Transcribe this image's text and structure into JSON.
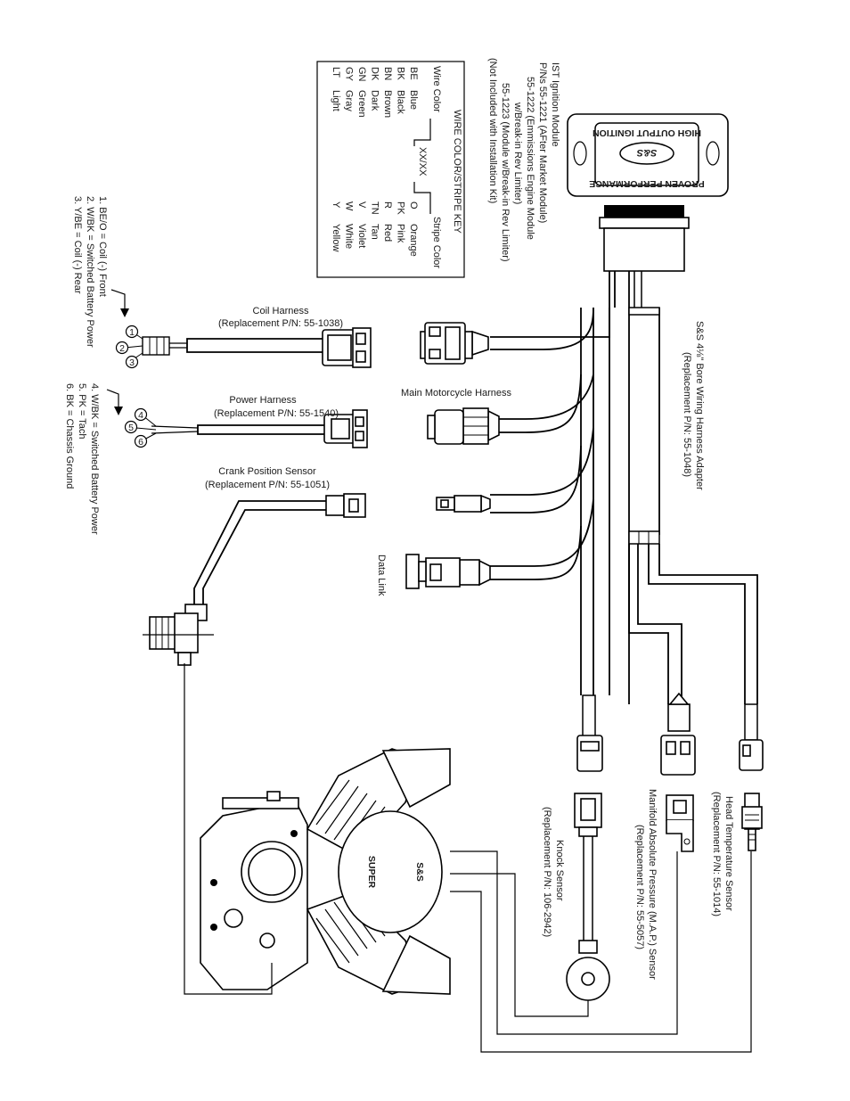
{
  "module": {
    "logo_top": "HIGH OUTPUT IGNITION",
    "logo_mid": "S&S",
    "logo_bottom": "PROVEN PERFORMANCE",
    "info_lines": [
      "IST Ignition Module",
      "P/Ns 55-1221 (AFter Market Module)",
      "55-1222 (Emmissions Engine Module",
      "w/Break-in Rev Limiter)",
      "55-1223 (Module w/Break-in Rev Limiter)",
      "(Not Included with Installation Kit)"
    ]
  },
  "color_key": {
    "title": "WIRE COLOR/STRIPE KEY",
    "wire_color_label": "Wire Color",
    "format": "XX/XX",
    "stripe_color_label": "Stripe Color",
    "rows": [
      {
        "code": "BE",
        "name": "Blue",
        "code2": "O",
        "name2": "Orange"
      },
      {
        "code": "BK",
        "name": "Black",
        "code2": "PK",
        "name2": "Pink"
      },
      {
        "code": "BN",
        "name": "Brown",
        "code2": "R",
        "name2": "Red"
      },
      {
        "code": "DK",
        "name": "Dark",
        "code2": "TN",
        "name2": "Tan"
      },
      {
        "code": "GN",
        "name": "Green",
        "code2": "V",
        "name2": "Violet"
      },
      {
        "code": "GY",
        "name": "Gray",
        "code2": "W",
        "name2": "White"
      },
      {
        "code": "LT",
        "name": "Light",
        "code2": "Y",
        "name2": "Yellow"
      }
    ]
  },
  "coil_notes": [
    "1. BE/O  = Coil (-) Front",
    "2. W/BK = Switched Battery Power",
    "3. Y/BE   = Coil (-) Rear"
  ],
  "power_notes": [
    "4. W/BK = Switched Battery Power",
    "5. PK = Tach",
    "6. BK = Chassis Ground"
  ],
  "pin_numbers": [
    "1",
    "2",
    "3",
    "4",
    "5",
    "6"
  ],
  "labels": {
    "adapter": [
      "S&S 4⅛\" Bore Wiring Harness Adapter",
      "(Replacement P/N: 55-1048)"
    ],
    "coil_harness": [
      "Coil Harness",
      "(Replacement P/N: 55-1038)"
    ],
    "main_harness": "Main Motorcycle Harness",
    "power_harness": [
      "Power Harness",
      "(Replacement P/N: 55-1540)"
    ],
    "crank_sensor": [
      "Crank Position Sensor",
      "(Replacement P/N: 55-1051)"
    ],
    "data_link": "Data Link",
    "head_temp": [
      "Head Temperature Sensor",
      "(Replacement P/N: 55-1014)"
    ],
    "map_sensor": [
      "Manifold Absolute Pressure (M.A.P.) Sensor",
      "(Replacement P/N: 55-5057)"
    ],
    "knock_sensor": [
      "Knock Sensor",
      "(Replacement P/N: 106-2942)"
    ],
    "engine_badge": "S&S",
    "engine_badge2": "SUPER"
  }
}
